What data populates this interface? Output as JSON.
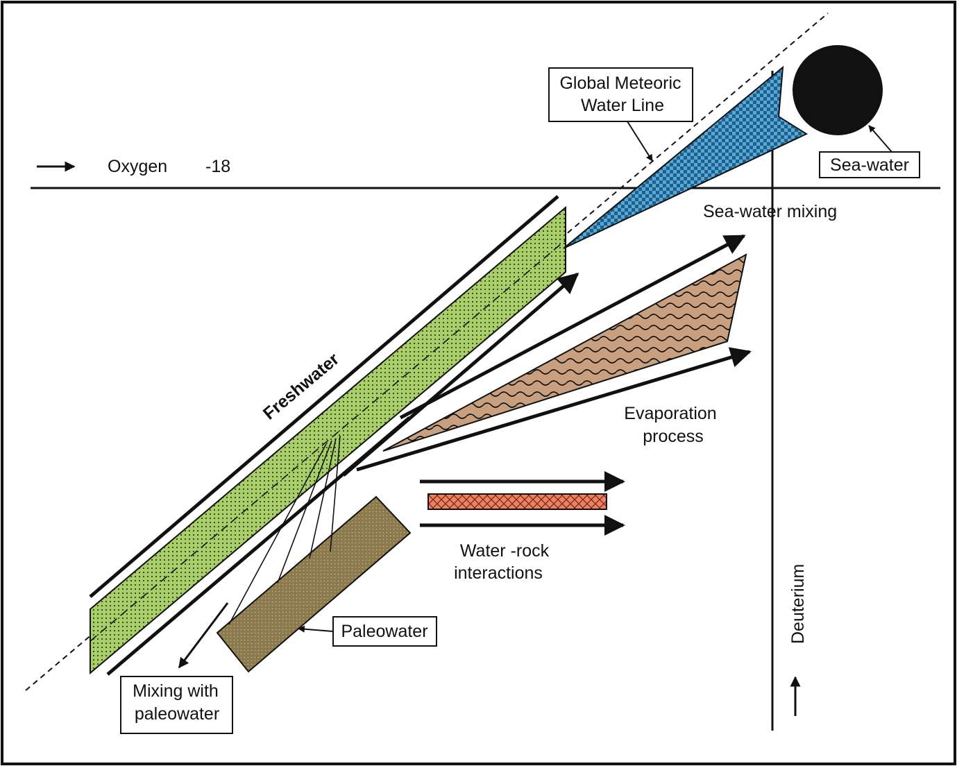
{
  "labels": {
    "gmwl_line1": "Global Meteoric",
    "gmwl_line2": "Water Line",
    "oxygen": "Oxygen",
    "oxygen_suffix": "-18",
    "seawater": "Sea-water",
    "seawater_mixing": "Sea-water mixing",
    "freshwater": "Freshwater",
    "evaporation_line1": "Evaporation",
    "evaporation_line2": "process",
    "water_rock_line1": "Water  -rock",
    "water_rock_line2": "interactions",
    "paleowater": "Paleowater",
    "mixing_line1": "Mixing with",
    "mixing_line2": "paleowater",
    "deuterium": "Deuterium"
  },
  "colors": {
    "freshwater_fill": "#a9cf6a",
    "seawater_fill": "#55a8d8",
    "evaporation_fill": "#c8a080",
    "water_rock_fill": "#f08060",
    "paleowater_fill": "#8c7a4e",
    "ink": "#111111"
  }
}
